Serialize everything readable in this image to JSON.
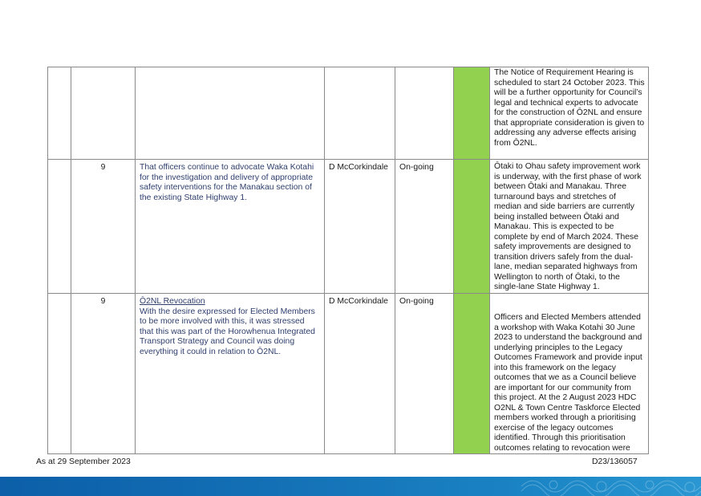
{
  "rows": [
    {
      "num": "",
      "recommendation_title": "",
      "recommendation": "",
      "responsible": "",
      "status": "",
      "comment": "The Notice of Requirement Hearing is scheduled to start 24 October 2023. This will be a further opportunity for Council’s legal and technical experts to advocate for the construction of Ō2NL and ensure that appropriate consideration is given to addressing any adverse effects arising from Ō2NL."
    },
    {
      "num": "9",
      "recommendation_title": "",
      "recommendation": "That officers continue to advocate Waka Kotahi for the investigation and delivery of appropriate safety interventions for the Manakau section of the existing State Highway 1.",
      "responsible": "D McCorkindale",
      "status": "On-going",
      "comment": "Ōtaki to Ohau safety improvement work is underway, with the first phase of work between Ōtaki and Manakau. Three turnaround bays and stretches of median and side barriers are currently being installed between Ōtaki and Manakau. This is expected to be complete by end of March 2024. These safety improvements are designed to transition drivers safely from the dual-lane, median separated highways from Wellington to north of Ōtaki, to the single-lane State Highway 1."
    },
    {
      "num": "9",
      "recommendation_title": "Ō2NL Revocation",
      "recommendation": "With the desire expressed for Elected Members to be more involved with this, it was stressed that this was part of the Horowhenua Integrated Transport Strategy and Council was doing everything it could in relation to Ō2NL.",
      "responsible": "D McCorkindale",
      "status": "On-going",
      "comment": "Officers and Elected Members attended a workshop with Waka Kotahi 30 June 2023 to understand the background and underlying principles to the Legacy Outcomes Framework and provide input into this framework on the legacy outcomes that we as a Council believe are important for our community from this project. At the 2 August 2023 HDC O2NL & Town Centre Taskforce Elected members worked through a prioritising exercise of the legacy outcomes identified.  Through this prioritisation outcomes relating to revocation were"
    }
  ],
  "footer": {
    "date_text": "As at 29 September 2023",
    "doc_ref": "D23/136057"
  },
  "colors": {
    "status_green": "#92d050",
    "band_blue": "#1573b8"
  }
}
